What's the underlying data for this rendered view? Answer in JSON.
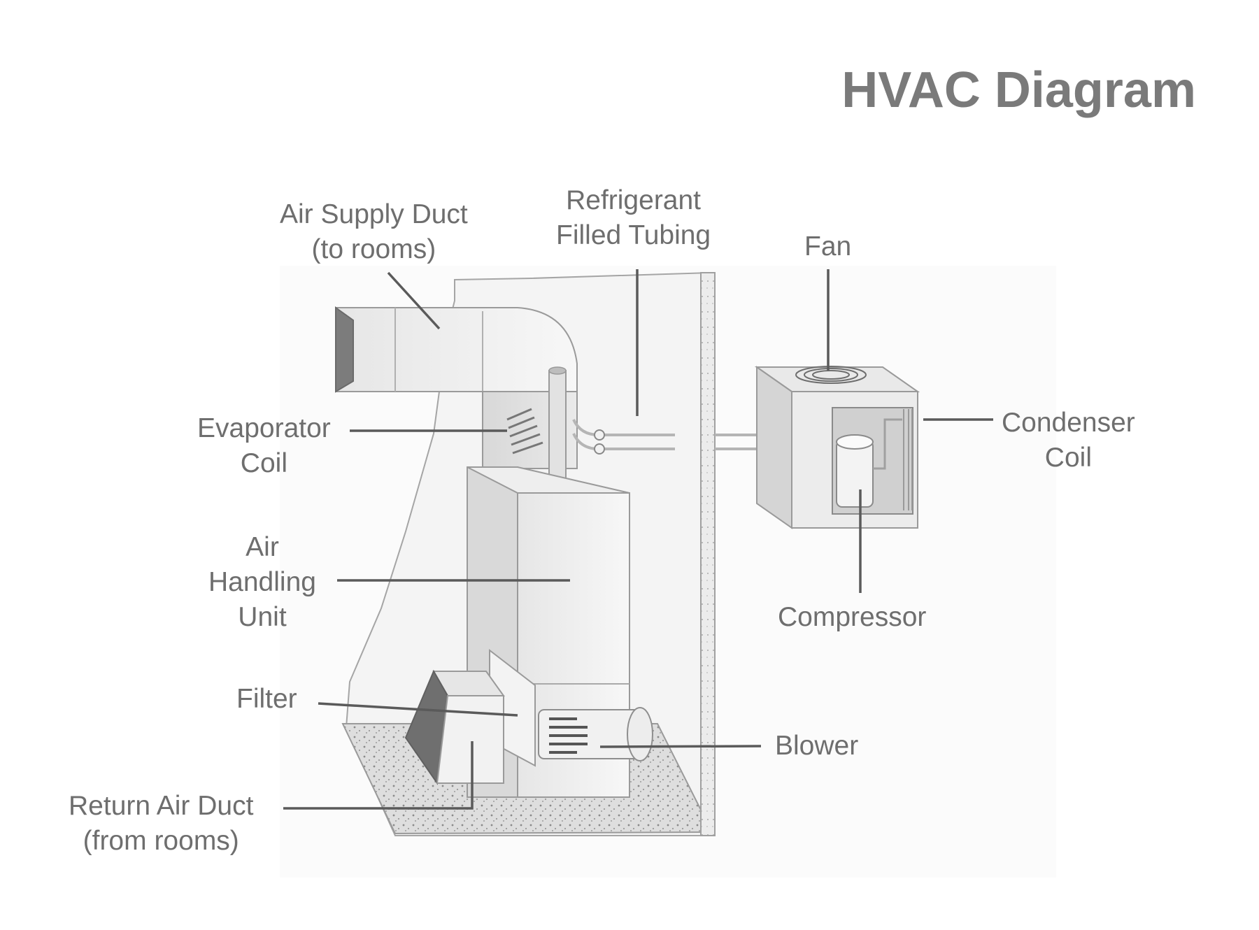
{
  "title": "HVAC Diagram",
  "labels": {
    "air_supply_duct": [
      "Air Supply Duct",
      "(to rooms)"
    ],
    "refrigerant_tubing": [
      "Refrigerant",
      "Filled Tubing"
    ],
    "fan": [
      "Fan"
    ],
    "condenser_coil": [
      "Condenser",
      "Coil"
    ],
    "evaporator_coil": [
      "Evaporator",
      "Coil"
    ],
    "air_handling_unit": [
      "Air",
      "Handling",
      "Unit"
    ],
    "compressor": [
      "Compressor"
    ],
    "filter": [
      "Filter"
    ],
    "blower": [
      "Blower"
    ],
    "return_air_duct": [
      "Return Air Duct",
      "(from rooms)"
    ]
  },
  "colors": {
    "title": "#7a7a7a",
    "label": "#6e6e6e",
    "leader": "#5a5a5a",
    "outline": "#9a9a9a"
  }
}
